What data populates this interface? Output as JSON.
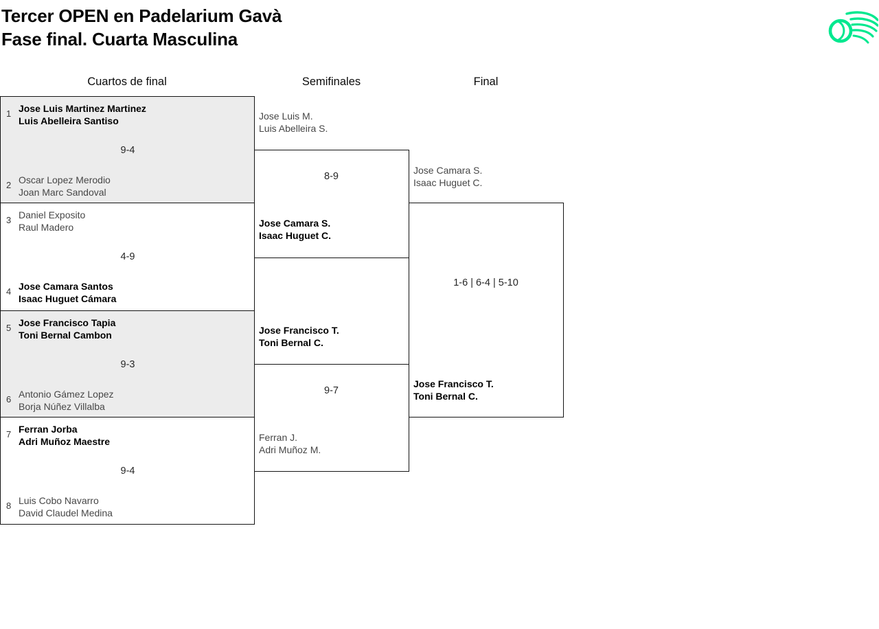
{
  "header": {
    "title_line1": "Tercer OPEN en Padelarium Gavà",
    "title_line2": "Fase final. Cuarta Masculina"
  },
  "logo": {
    "icon": "padel-ball-swoosh",
    "color": "#00e88f"
  },
  "round_headers": {
    "quarterfinals": "Cuartos de final",
    "semifinals": "Semifinales",
    "final": "Final"
  },
  "colors": {
    "shaded_match_bg": "#ececec",
    "border": "#141414",
    "winner_text": "#000000",
    "regular_text": "#474747"
  },
  "quarterfinals": [
    {
      "top": {
        "seed": "1",
        "line1": "Jose Luis Martinez Martinez",
        "line2": "Luis Abelleira Santiso",
        "winner": true
      },
      "score": "9-4",
      "bottom": {
        "seed": "2",
        "line1": "Oscar Lopez Merodio",
        "line2": "Joan Marc Sandoval",
        "winner": false
      }
    },
    {
      "top": {
        "seed": "3",
        "line1": "Daniel Exposito",
        "line2": "Raul Madero",
        "winner": false
      },
      "score": "4-9",
      "bottom": {
        "seed": "4",
        "line1": "Jose Camara Santos",
        "line2": "Isaac Huguet Cámara",
        "winner": true
      }
    },
    {
      "top": {
        "seed": "5",
        "line1": "Jose Francisco Tapia",
        "line2": "Toni Bernal Cambon",
        "winner": true
      },
      "score": "9-3",
      "bottom": {
        "seed": "6",
        "line1": "Antonio Gámez Lopez",
        "line2": "Borja Núñez Villalba",
        "winner": false
      }
    },
    {
      "top": {
        "seed": "7",
        "line1": "Ferran Jorba",
        "line2": "Adri Muñoz Maestre",
        "winner": true
      },
      "score": "9-4",
      "bottom": {
        "seed": "8",
        "line1": "Luis Cobo Navarro",
        "line2": "David Claudel Medina",
        "winner": false
      }
    }
  ],
  "semifinals": [
    {
      "top": {
        "line1": "Jose Luis M.",
        "line2": "Luis Abelleira S.",
        "winner": false
      },
      "score": "8-9",
      "bottom": {
        "line1": "Jose Camara S.",
        "line2": "Isaac Huguet C.",
        "winner": true
      }
    },
    {
      "top": {
        "line1": "Jose Francisco T.",
        "line2": "Toni Bernal C.",
        "winner": true
      },
      "score": "9-7",
      "bottom": {
        "line1": "Ferran J.",
        "line2": "Adri Muñoz M.",
        "winner": false
      }
    }
  ],
  "final": {
    "top": {
      "line1": "Jose Camara S.",
      "line2": "Isaac Huguet C.",
      "winner": false
    },
    "score": "1-6 | 6-4 | 5-10",
    "bottom": {
      "line1": "Jose Francisco T.",
      "line2": "Toni Bernal C.",
      "winner": true
    }
  }
}
